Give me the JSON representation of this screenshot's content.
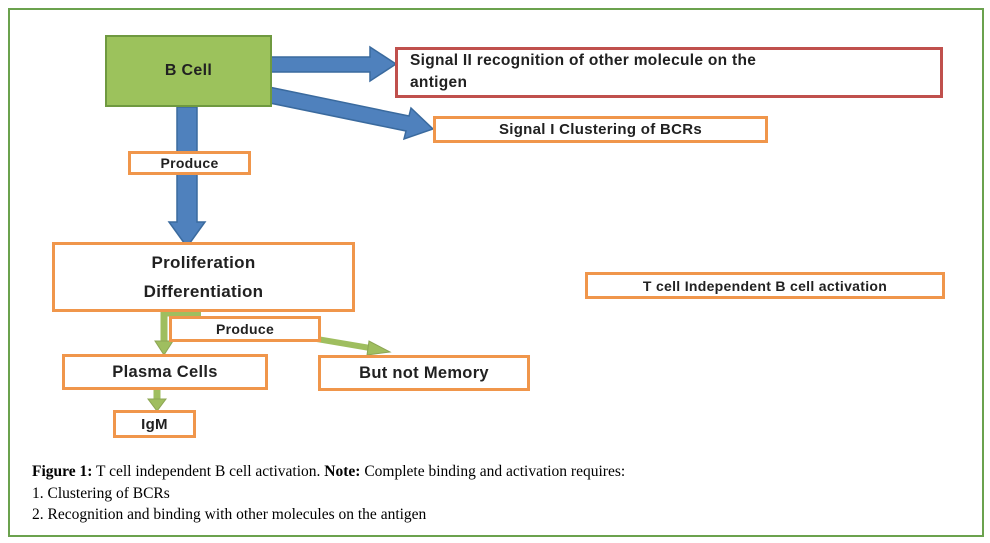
{
  "diagram": {
    "title": "T cell independent B cell activation flowchart",
    "colors": {
      "frame_green": "#6BA24E",
      "box_orange": "#F0964B",
      "box_red": "#C0504D",
      "cell_fill": "#9CC25C",
      "cell_border": "#6F9940",
      "arrow_blue": "#4F81BD",
      "arrow_blue_dark": "#3A6A9E",
      "arrow_green": "#9FBE5F",
      "arrow_green_dark": "#8CA554",
      "text_dark": "#212121"
    },
    "nodes": {
      "b_cell": {
        "label": "B Cell"
      },
      "signal2": {
        "line1": "Signal II recognition of other molecule on the",
        "line2": "antigen"
      },
      "signal1": {
        "label": "Signal I Clustering of BCRs"
      },
      "produce1": {
        "label": "Produce"
      },
      "proliferation": {
        "line1": "Proliferation",
        "line2": "Differentiation"
      },
      "produce2": {
        "label": "Produce"
      },
      "plasma": {
        "label": "Plasma Cells"
      },
      "but_not_memory": {
        "label": "But not Memory"
      },
      "igm": {
        "label": "IgM"
      },
      "t_cell_independent": {
        "label": "T cell Independent B cell activation"
      }
    },
    "edges": [
      {
        "from": "b_cell",
        "to": "signal2",
        "color": "blue"
      },
      {
        "from": "b_cell",
        "to": "signal1",
        "color": "blue"
      },
      {
        "from": "b_cell",
        "to": "proliferation",
        "color": "blue",
        "via_label": "Produce"
      },
      {
        "from": "proliferation",
        "to": "plasma",
        "color": "green",
        "via_label": "Produce"
      },
      {
        "from": "proliferation",
        "to": "but_not_memory",
        "color": "green",
        "via_label": "Produce"
      },
      {
        "from": "plasma",
        "to": "igm",
        "color": "green"
      }
    ]
  },
  "caption": {
    "figure_label": "Figure 1:",
    "figure_text": " T cell independent B cell activation. ",
    "note_label": "Note:",
    "note_text": " Complete binding and activation requires:",
    "item1": "1. Clustering of BCRs",
    "item2": "2. Recognition and binding with other molecules on the antigen"
  }
}
